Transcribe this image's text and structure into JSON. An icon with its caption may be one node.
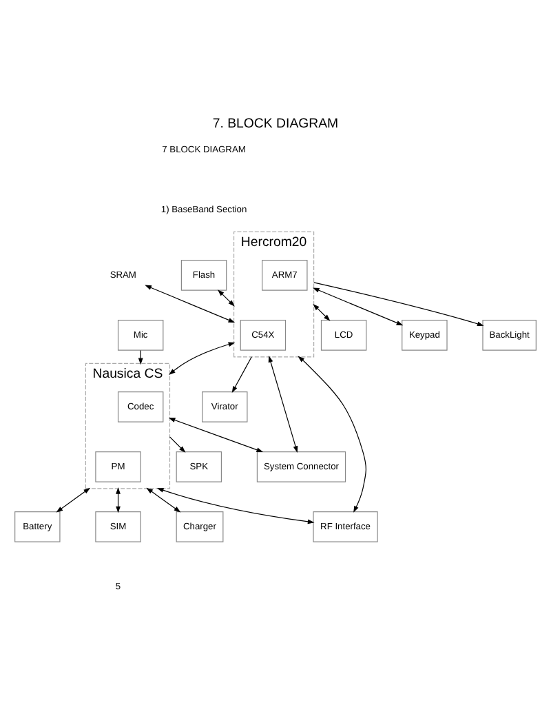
{
  "diagram": {
    "title": "7. BLOCK DIAGRAM",
    "nodes": [
      {
        "text": [
          "Flash"
        ]
      },
      {
        "text": [
          "SRAM"
        ]
      },
      {
        "text": [
          "Hercrom20"
        ]
      },
      {
        "text": [
          "ARM7"
        ],
        "in": 2
      },
      {
        "text": [
          "C54X"
        ],
        "in": 2
      },
      {
        "text": [
          "LCD"
        ]
      },
      {
        "text": [
          "Keypad"
        ]
      },
      {
        "text": [
          "Virator"
        ]
      },
      {
        "text": [
          "RF Interface"
        ]
      },
      {
        "text": [
          "BackLight"
        ]
      },
      {
        "text": [
          "System Connector"
        ]
      },
      {
        "text": [
          "Nausica CS"
        ]
      },
      {
        "text": [
          "Codec"
        ],
        "in": 11
      },
      {
        "text": [
          "PM"
        ],
        "in": 11
      },
      {
        "text": [
          "Mic"
        ]
      },
      {
        "text": [
          "Battery"
        ]
      },
      {
        "text": [
          "SPK"
        ]
      },
      {
        "text": [
          "SIM"
        ]
      },
      {
        "text": [
          "Charger"
        ]
      }
    ],
    "edges": [
      {
        "from": 0,
        "to": 2,
        "arrow": "both"
      },
      {
        "from": 1,
        "to": 2,
        "arrow": "both"
      },
      {
        "from": 2,
        "to": 5,
        "arrow": "both"
      },
      {
        "from": 2,
        "to": 6,
        "arrow": "both"
      },
      {
        "from": 2,
        "to": 7,
        "arrow": "to"
      },
      {
        "from": 2,
        "to": 8,
        "arrow": "both"
      },
      {
        "from": 2,
        "to": 9,
        "arrow": "to"
      },
      {
        "from": 2,
        "to": 10,
        "arrow": "both"
      },
      {
        "from": 2,
        "to": 11,
        "arrow": "both"
      },
      {
        "from": 11,
        "to": 8,
        "arrow": "both"
      },
      {
        "from": 11,
        "to": 10,
        "arrow": "both"
      },
      {
        "from": 14,
        "to": 11,
        "arrow": "to"
      },
      {
        "from": 11,
        "to": 15,
        "arrow": "both"
      },
      {
        "from": 11,
        "to": 16,
        "arrow": "to"
      },
      {
        "from": 11,
        "to": 17,
        "arrow": "both"
      },
      {
        "from": 11,
        "to": 18,
        "arrow": "both"
      }
    ],
    "labels": [
      "7 BLOCK DIAGRAM",
      "1) BaseBand Section",
      "5"
    ]
  }
}
